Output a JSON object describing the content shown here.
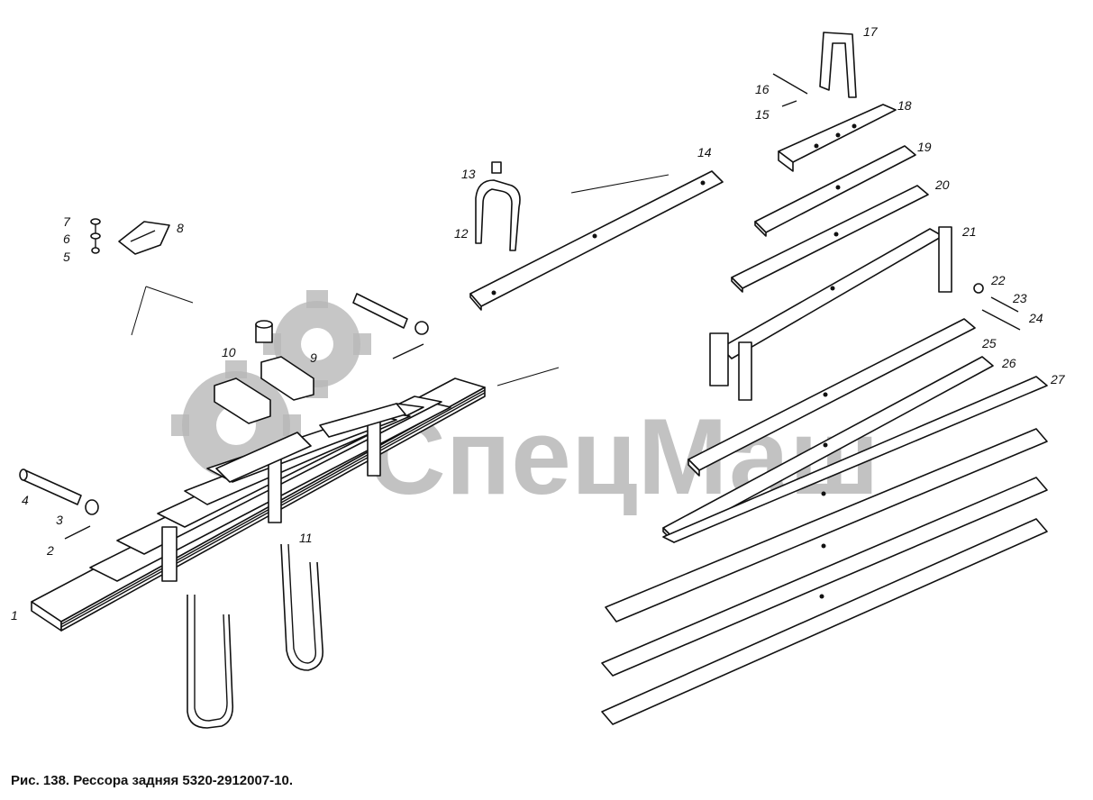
{
  "caption": "Рис. 138. Рессора задняя 5320-2912007-10.",
  "watermark": "СпецМаш",
  "labels": [
    "1",
    "2",
    "3",
    "4",
    "5",
    "6",
    "7",
    "8",
    "9",
    "10",
    "11",
    "12",
    "13",
    "14",
    "15",
    "16",
    "17",
    "18",
    "19",
    "20",
    "21",
    "22",
    "23",
    "24",
    "25",
    "26",
    "27"
  ],
  "colors": {
    "ink": "#111111",
    "watermark": "#b8b8b8",
    "background": "#ffffff"
  }
}
